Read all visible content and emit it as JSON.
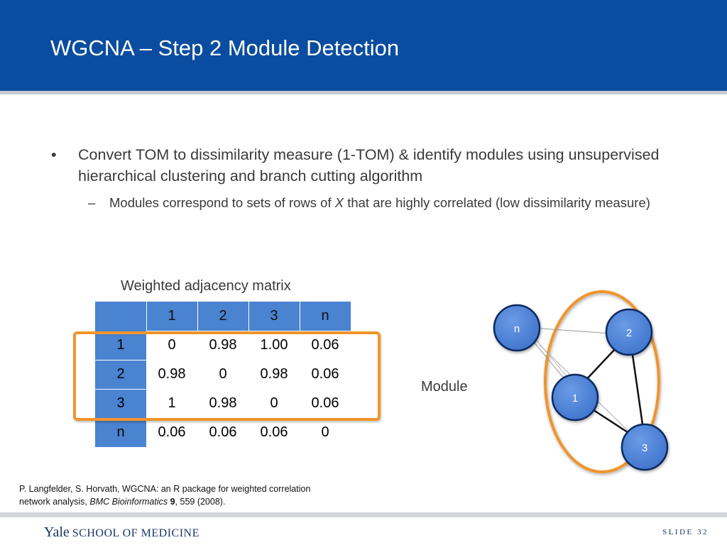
{
  "header": {
    "title": "WGCNA – Step 2 Module Detection"
  },
  "content": {
    "bullet_1": {
      "marker": "•",
      "text": "Convert TOM to dissimilarity measure (1-TOM) & identify modules using unsupervised hierarchical clustering and branch cutting algorithm"
    },
    "sub_bullet_1": {
      "marker": "–",
      "text_before": "Modules correspond to sets of rows of ",
      "italic": "X",
      "text_after": " that are highly correlated (low dissimilarity measure)"
    }
  },
  "matrix": {
    "caption": "Weighted adjacency matrix",
    "col_headers": [
      "1",
      "2",
      "3",
      "n"
    ],
    "rows": [
      {
        "label": "1",
        "values": [
          "0",
          "0.98",
          "1.00",
          "0.06"
        ]
      },
      {
        "label": "2",
        "values": [
          "0.98",
          "0",
          "0.98",
          "0.06"
        ]
      },
      {
        "label": "3",
        "values": [
          "1",
          "0.98",
          "0",
          "0.06"
        ]
      },
      {
        "label": "n",
        "values": [
          "0.06",
          "0.06",
          "0.06",
          "0"
        ]
      }
    ]
  },
  "network": {
    "label": "Module",
    "nodes": [
      "n",
      "2",
      "1",
      "3"
    ],
    "colors": {
      "node_fill": "#4a7fd4",
      "node_stroke": "#0d2a5e",
      "module_ring": "#f0942c"
    }
  },
  "citation": {
    "line1": "P. Langfelder, S. Horvath, WGCNA: an R package for weighted correlation",
    "line2_pre": "network analysis, ",
    "journal": "BMC Bioinformatics",
    "volume": "9",
    "line2_post": ", 559 (2008)."
  },
  "footer": {
    "logo_yale": "Yale",
    "logo_school": "SCHOOL OF MEDICINE",
    "slide_label": "SLIDE 32"
  },
  "colors": {
    "header_bg": "#0a4da0",
    "matrix_header": "#4a83d0",
    "highlight": "#f0942c",
    "footer_text": "#1a3763"
  }
}
